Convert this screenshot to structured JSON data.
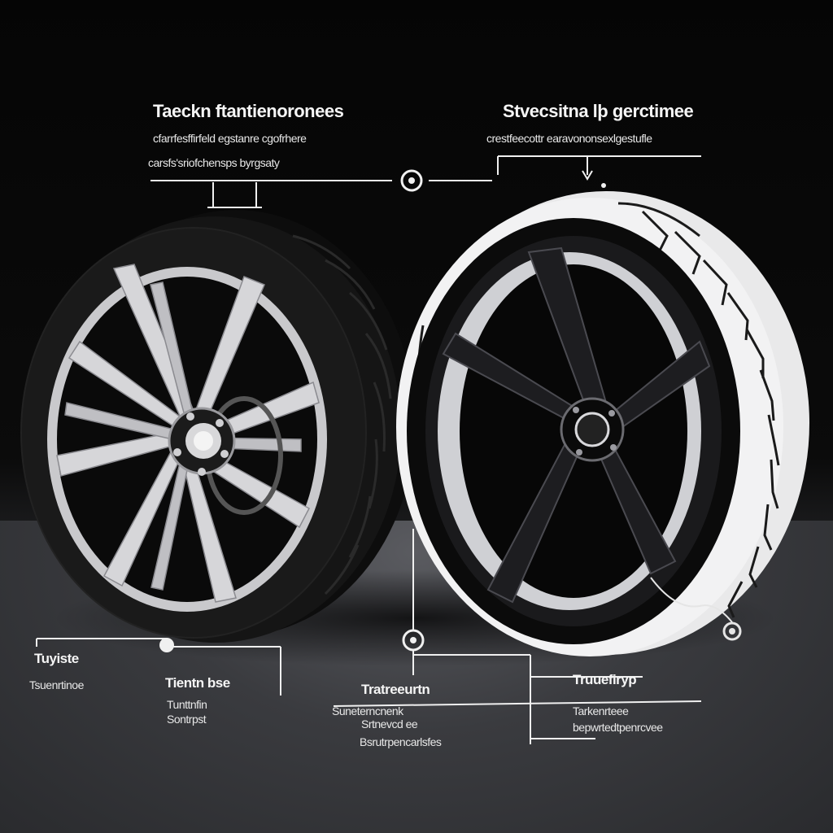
{
  "image": {
    "description_colors": {
      "background": "#050505",
      "floor": "#3a3b3f",
      "tire": "#111111",
      "white_tire": "#eeeeee"
    }
  },
  "callouts_top": {
    "left_title": "Taeckn ftantienoronees",
    "left_line1": "cfarrfesffirfeld egstanre cgofrhere",
    "left_line2": "carsfs'sriofchensps byrgsaty",
    "right_title": "Stvecsitna lþ gerctimee",
    "right_line1": "crestfeecottr earavononsexlgestufle"
  },
  "callouts_bottom": {
    "a_title": "Tuyiste",
    "a_sub": "Tsuenrtinoe",
    "b_title": "Tientn bse",
    "b_sub1": "Tunttnfin",
    "b_sub2": "Sontrpst",
    "c_title": "Tratreeurtn",
    "c_sub1": "Suneterncnenk",
    "c_sub2": "Srtnevcd ee",
    "c_sub3": "Bsrutrpencarlsfes",
    "d_title": "Truuefiryp",
    "d_sub1": "Tarkenrteee",
    "d_sub2": "bepwrtedtpenrcvee"
  }
}
